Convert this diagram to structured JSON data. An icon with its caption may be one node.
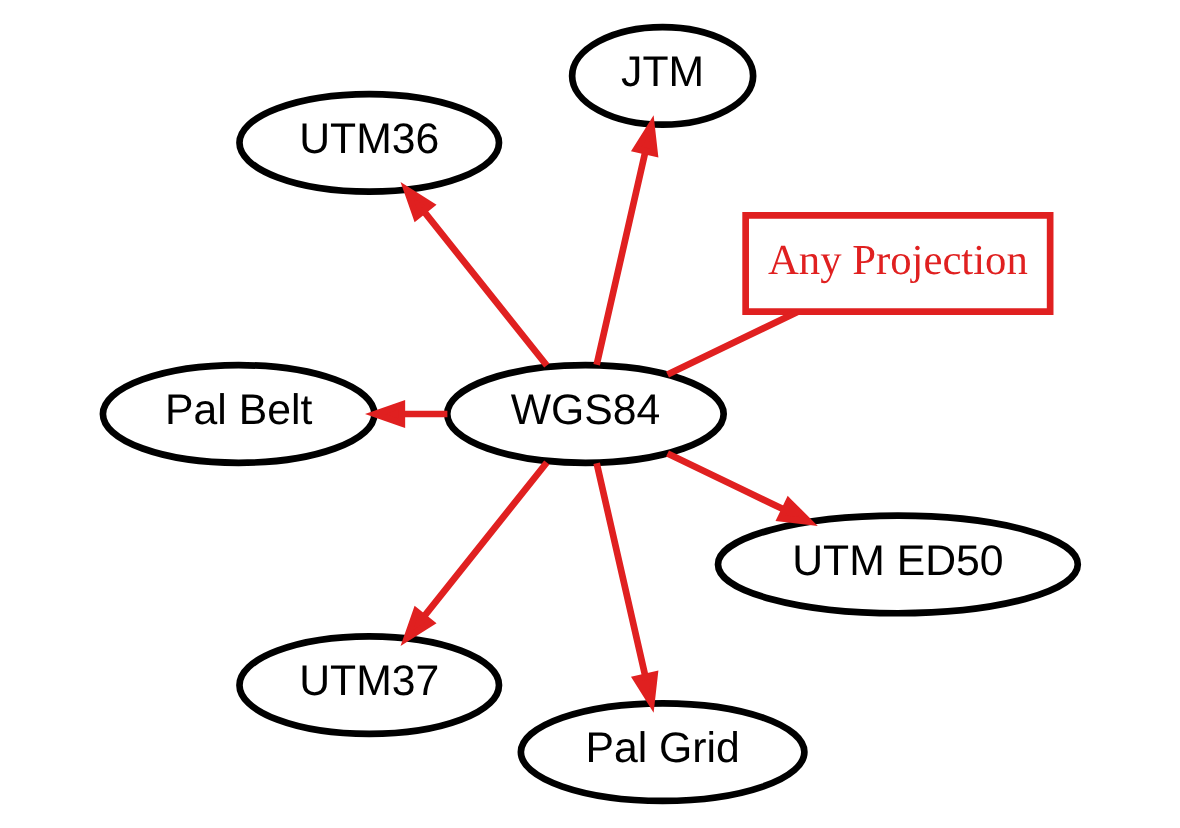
{
  "diagram": {
    "nodes": [
      {
        "text": [
          "Any Projection"
        ]
      },
      {
        "text": [
          "JTM"
        ]
      },
      {
        "text": [
          "UTM36"
        ]
      },
      {
        "text": [
          "Pal Belt"
        ]
      },
      {
        "text": [
          "WGS84"
        ]
      },
      {
        "text": [
          "UTM37"
        ]
      },
      {
        "text": [
          "Pal Grid"
        ]
      },
      {
        "text": [
          "UTM ED50"
        ]
      }
    ],
    "edges": [
      {
        "from": 4,
        "to": 0,
        "arrow": "none"
      },
      {
        "from": 4,
        "to": 1,
        "arrow": "to"
      },
      {
        "from": 4,
        "to": 2,
        "arrow": "to"
      },
      {
        "from": 4,
        "to": 3,
        "arrow": "to"
      },
      {
        "from": 4,
        "to": 5,
        "arrow": "to"
      },
      {
        "from": 4,
        "to": 6,
        "arrow": "to"
      },
      {
        "from": 4,
        "to": 7,
        "arrow": "to"
      }
    ]
  }
}
